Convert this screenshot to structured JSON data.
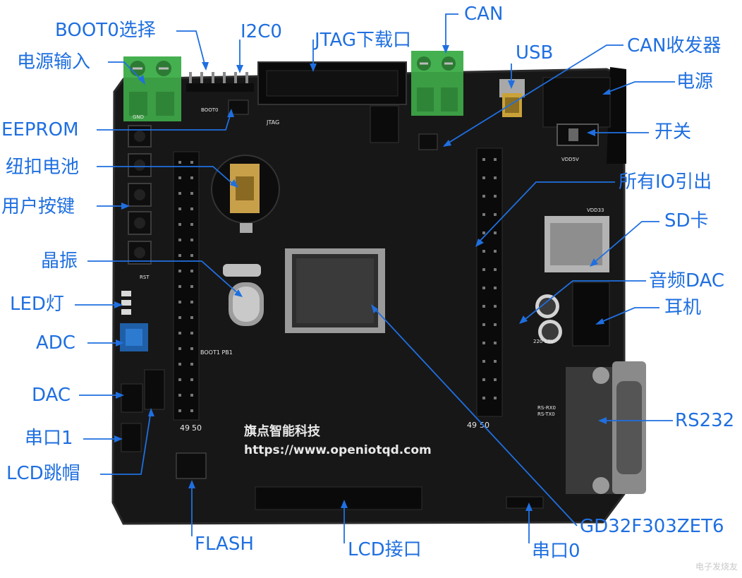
{
  "labels": {
    "boot0": "BOOT0选择",
    "power_input": "电源输入",
    "i2c0": "I2C0",
    "jtag": "JTAG下载口",
    "can": "CAN",
    "usb": "USB",
    "can_transceiver": "CAN收发器",
    "power": "电源",
    "eeprom": "EEPROM",
    "switch": "开关",
    "coin_battery": "纽扣电池",
    "all_io": "所有IO引出",
    "user_keys": "用户按键",
    "sd_card": "SD卡",
    "crystal": "晶振",
    "audio_dac": "音频DAC",
    "led": "LED灯",
    "earphone": "耳机",
    "adc": "ADC",
    "dac": "DAC",
    "rs232": "RS232",
    "uart1": "串口1",
    "lcd_jumper": "LCD跳帽",
    "flash": "FLASH",
    "lcd_interface": "LCD接口",
    "uart0": "串口0",
    "mcu": "GD32F303ZET6"
  },
  "board": {
    "brand_cn": "旗点智能科技",
    "url": "https://www.openiotqd.com",
    "silk_gnd": "GND",
    "silk_jtag": "JTAG",
    "silk_boot0": "BOOT0",
    "silk_rst": "RST",
    "silk_vdd5v": "VDD5V",
    "silk_vdd33": "VDD33",
    "silk_boot1": "BOOT1  PB1",
    "silk_n49": "49",
    "silk_n50": "50",
    "silk_rs_rx": "RS-RX0",
    "silk_rs_tx": "RS-TX0",
    "silk_cap": "220 16V"
  },
  "watermark": "电子发烧友"
}
